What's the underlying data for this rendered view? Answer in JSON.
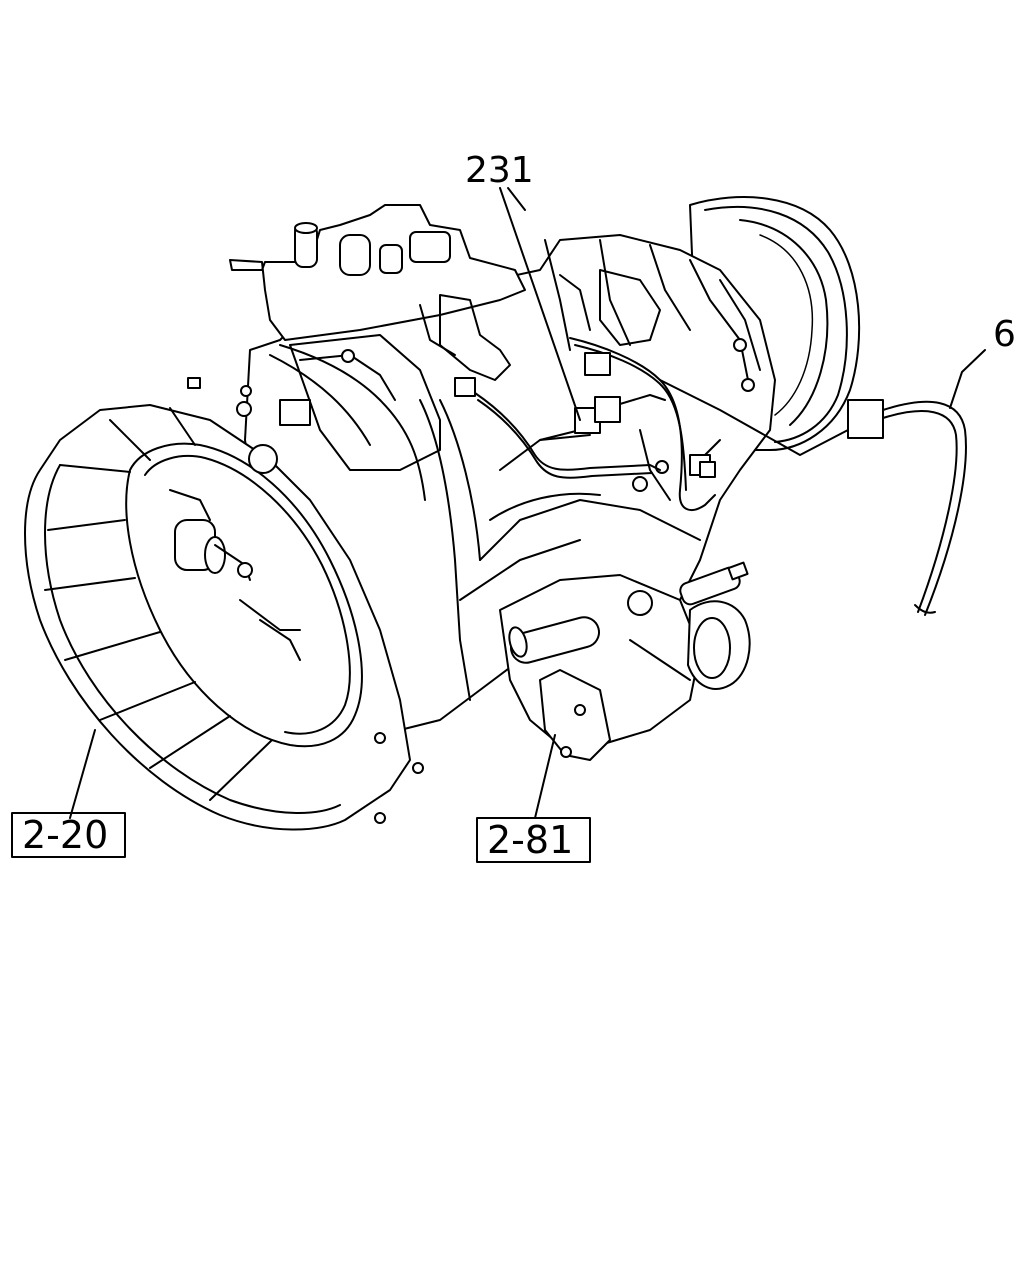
{
  "diagram": {
    "callouts": [
      {
        "id": "231",
        "text": "231",
        "boxed": false
      },
      {
        "id": "6",
        "text": "6",
        "boxed": false
      },
      {
        "id": "2-20",
        "text": "2-20",
        "boxed": true
      },
      {
        "id": "2-81",
        "text": "2-81",
        "boxed": true
      }
    ],
    "line_color": "#000000",
    "background": "#ffffff"
  }
}
